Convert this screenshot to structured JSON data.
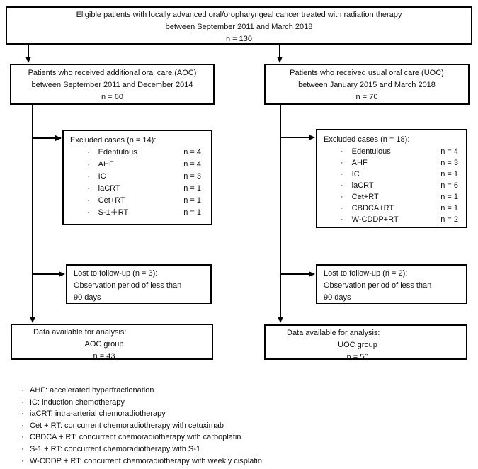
{
  "colors": {
    "background": "#ffffff",
    "box_border": "#000000",
    "connector": "#000000",
    "text": "#111111"
  },
  "icons": {
    "bullet": "·",
    "arrowhead": "filled-triangle"
  },
  "flowchart": {
    "eligible_box": {
      "line1": "Eligible patients with locally advanced oral/oropharyngeal cancer treated with radiation therapy",
      "line2": "between September 2011 and March 2018",
      "line3": "n = 130"
    },
    "aoc_group_box": {
      "line1": "Patients who received additional oral care (AOC)",
      "line2": "between September 2011 and December 2014",
      "line3": "n = 60"
    },
    "uoc_group_box": {
      "line1": "Patients who received usual oral care (UOC)",
      "line2": "between January 2015 and March 2018",
      "line3": "n = 70"
    },
    "aoc_excluded_box": {
      "title": "Excluded cases (n = 14):",
      "items": [
        {
          "label": "Edentulous",
          "count": "n = 4"
        },
        {
          "label": "AHF",
          "count": "n = 4"
        },
        {
          "label": "IC",
          "count": "n = 3"
        },
        {
          "label": "iaCRT",
          "count": "n = 1"
        },
        {
          "label": "Cet+RT",
          "count": "n = 1"
        },
        {
          "label": "S-1＋RT",
          "count": "n = 1"
        }
      ]
    },
    "uoc_excluded_box": {
      "title": "Excluded cases (n = 18):",
      "items": [
        {
          "label": "Edentulous",
          "count": "n = 4"
        },
        {
          "label": "AHF",
          "count": "n = 3"
        },
        {
          "label": "IC",
          "count": "n = 1"
        },
        {
          "label": "iaCRT",
          "count": "n = 6"
        },
        {
          "label": "Cet+RT",
          "count": "n = 1"
        },
        {
          "label": "CBDCA+RT",
          "count": "n = 1"
        },
        {
          "label": "W-CDDP+RT",
          "count": "n = 2"
        }
      ]
    },
    "aoc_lost_box": {
      "line1": "Lost to follow-up (n = 3):",
      "line2": "Observation period of less than",
      "line3": "90 days"
    },
    "uoc_lost_box": {
      "line1": "Lost to follow-up (n = 2):",
      "line2": "Observation period of less than",
      "line3": "90 days"
    },
    "aoc_final_box": {
      "line1": "Data available for analysis:",
      "line2": "AOC group",
      "line3": "n = 43"
    },
    "uoc_final_box": {
      "line1": "Data available for analysis:",
      "line2": "UOC group",
      "line3": "n = 50"
    },
    "footnotes": [
      {
        "text": "AHF: accelerated hyperfractionation"
      },
      {
        "text": "IC: induction chemotherapy"
      },
      {
        "text": "iaCRT: intra-arterial chemoradiotherapy"
      },
      {
        "text": "Cet + RT: concurrent chemoradiotherapy with cetuximab"
      },
      {
        "text": "CBDCA + RT: concurrent chemoradiotherapy with carboplatin"
      },
      {
        "text": "S-1 + RT: concurrent chemoradiotherapy with S-1"
      },
      {
        "text": "W-CDDP + RT: concurrent chemoradiotherapy with weekly cisplatin"
      }
    ]
  }
}
